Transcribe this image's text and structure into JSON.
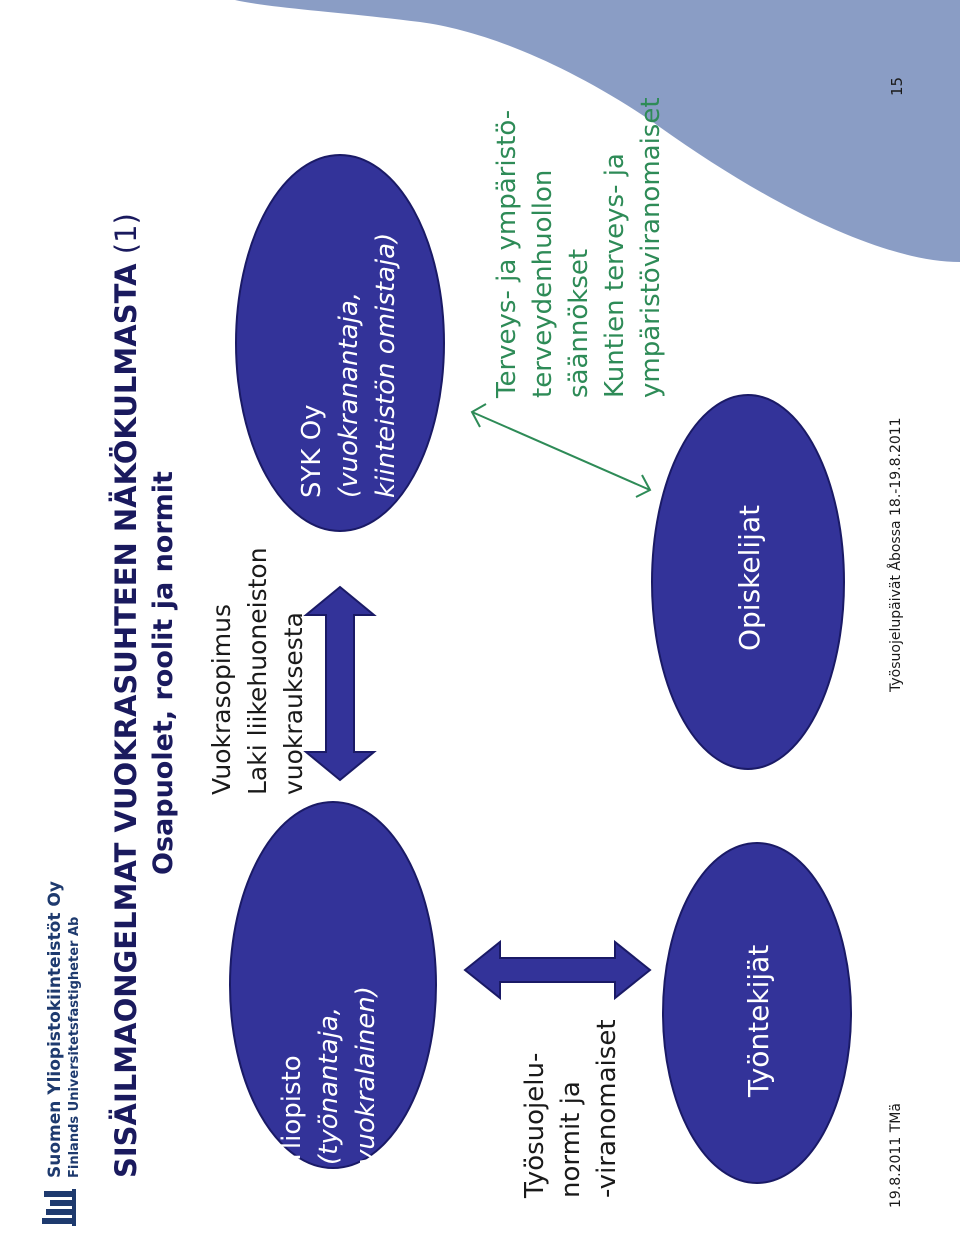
{
  "logo": {
    "company_fi": "Suomen Yliopistokiinteistöt Oy",
    "company_sv": "Finlands Universitetsfastigheter Ab"
  },
  "header": {
    "title": "SISÄILMAONGELMAT VUOKRASUHTEEN NÄKÖKULMASTA",
    "title_suffix": " (1)",
    "subtitle": "Osapuolet, roolit ja normit"
  },
  "nodes": {
    "university": {
      "line1": "Yliopisto",
      "line2": "(työnantaja,",
      "line3": "vuokralainen)"
    },
    "syk": {
      "line1": "SYK Oy",
      "line2": "(vuokranantaja,",
      "line3": "kiinteistön omistaja)"
    },
    "employees": {
      "label": "Työntekijät"
    },
    "students": {
      "label": "Opiskelijat"
    }
  },
  "labels": {
    "lease": {
      "line1": "Vuokrasopimus",
      "line2": "Laki liikehuoneiston",
      "line3": "vuokrauksesta"
    },
    "ohs": {
      "line1": "Työsuojelu-",
      "line2": "normit ja",
      "line3": "-viranomaiset"
    },
    "health": {
      "line1": "Terveys- ja ympäristö-",
      "line2": "terveydenhuollon",
      "line3": "säännökset",
      "line4": "Kuntien terveys- ja",
      "line5": "ympäristöviranomaiset"
    }
  },
  "footer": {
    "date_author": "19.8.2011 TMä",
    "event": "Työsuojelupäivät Åbossa 18.-19.8.2011",
    "page_number": "15"
  },
  "colors": {
    "navy": "#333399",
    "band": "#8a9dc5",
    "green": "#2e8b57",
    "text": "#1a1a1a"
  }
}
